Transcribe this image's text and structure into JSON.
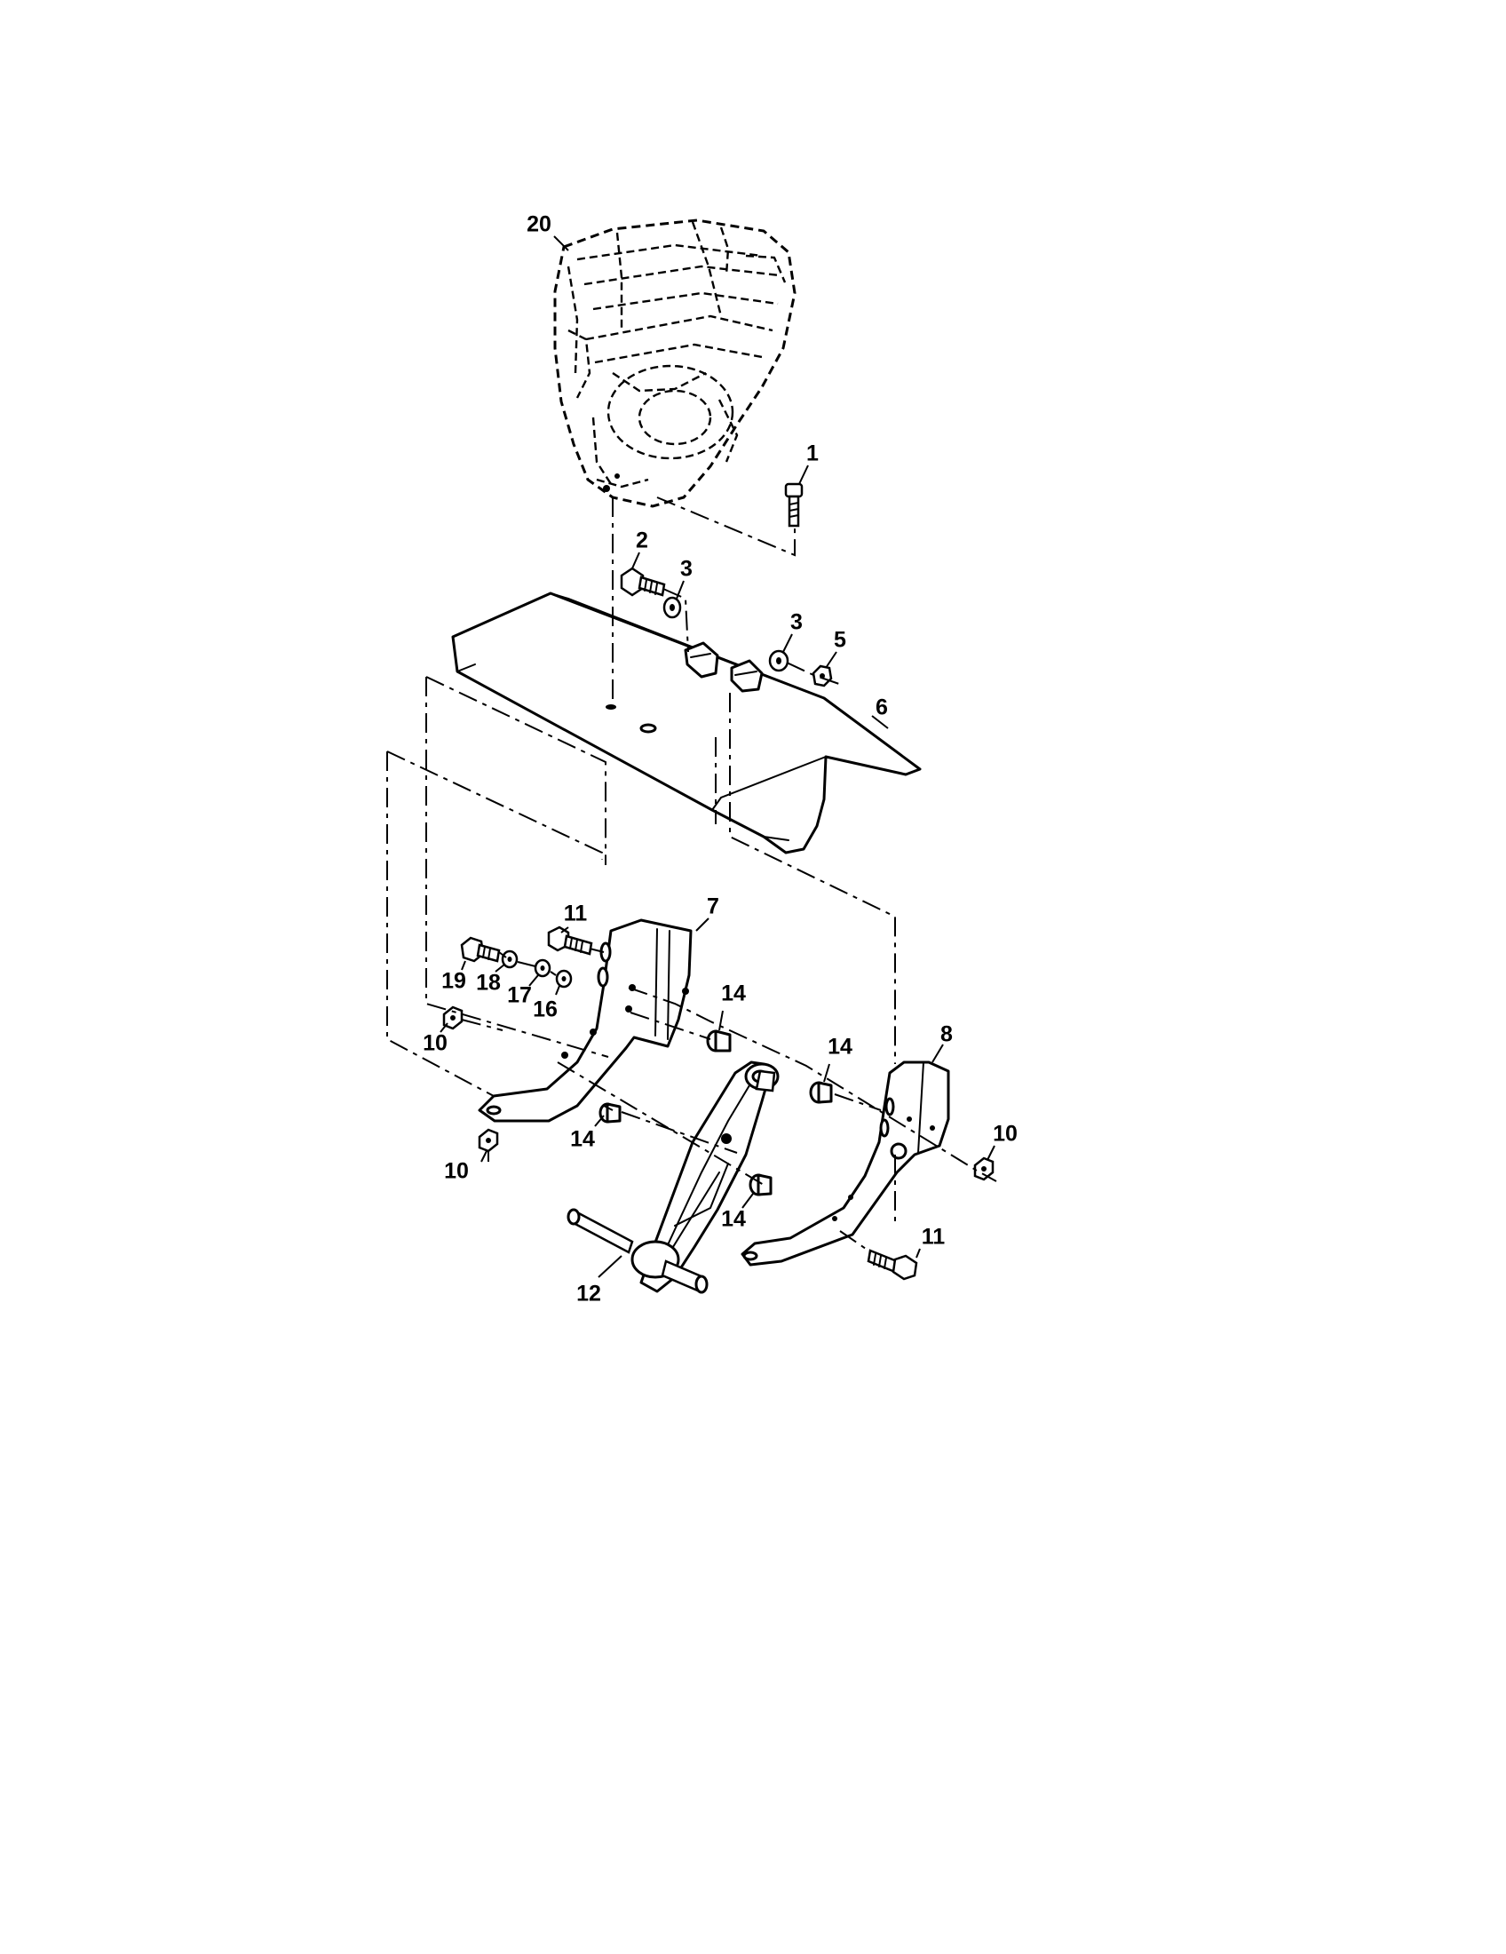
{
  "diagram": {
    "type": "exploded-parts-diagram",
    "callouts": {
      "c1": "1",
      "c2": "2",
      "c3a": "3",
      "c3b": "3",
      "c5": "5",
      "c6": "6",
      "c7": "7",
      "c8": "8",
      "c10a": "10",
      "c10b": "10",
      "c10c": "10",
      "c11a": "11",
      "c11b": "11",
      "c12": "12",
      "c14a": "14",
      "c14b": "14",
      "c14c": "14",
      "c14d": "14",
      "c16": "16",
      "c17": "17",
      "c18": "18",
      "c19": "19",
      "c20": "20"
    }
  }
}
